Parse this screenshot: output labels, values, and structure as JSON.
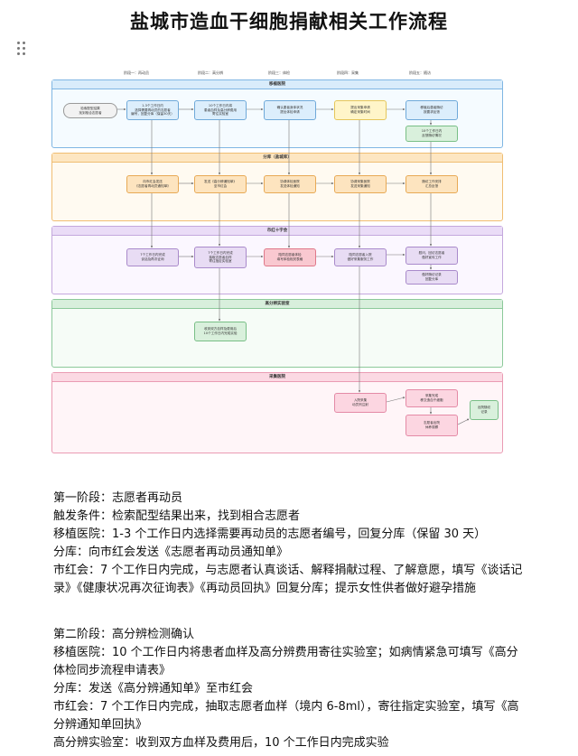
{
  "page": {
    "title": "盐城市造血干细胞捐献相关工作流程"
  },
  "flowchart": {
    "stages": [
      "阶段一：再动员",
      "阶段二：高分辨",
      "阶段三：体检",
      "阶段四：采集",
      "阶段五：随访"
    ],
    "lanes": [
      {
        "title": "移植医院",
        "boxes": [
          "检索配型结果\n找到相合志愿者",
          "1-3个工作日内\n选择需要再动员的志愿者\n编号，回复分库（保留30天）",
          "10个工作日内将\n患者血样及高分辨费用\n寄往实验室",
          "确认患者身体状况\n提出体检申请",
          "提出采集申请\n确定采集时间",
          "移植后患者随访\n按要求反馈",
          "10个工作日内\n反馈随访情况"
        ]
      },
      {
        "title": "分库（盐城库）",
        "boxes": [
          "向市红会发送\n《志愿者再动员通知单》",
          "发送《高分辨通知单》\n至市红会",
          "协调体检医院\n发送体检通知",
          "协调采集医院\n发送采集通知",
          "随访工作安排\n汇总反馈"
        ]
      },
      {
        "title": "市红十字会",
        "boxes": [
          "7个工作日内完成\n谈话及再次征询",
          "7个工作日内完成\n抽取志愿者血样\n寄往指定实验室",
          "陪同志愿者体检\n填写体检相关表格",
          "陪同志愿者入院\n做好采集服务工作",
          "慰问、回访志愿者\n做好宣传工作",
          "做好随访记录\n回复分库"
        ]
      },
      {
        "title": "高分辨实验室",
        "boxes": [
          "收到双方血样及费用后\n10个工作日内完成实验"
        ]
      },
      {
        "title": "采集医院",
        "boxes": [
          "入院采集\n动员剂注射",
          "采集完成\n移交造血干细胞",
          "志愿者出院\n休养观察",
          "出院随访\n记录"
        ]
      }
    ]
  },
  "text": {
    "lines": [
      "第一阶段：志愿者再动员",
      "触发条件：检索配型结果出来，找到相合志愿者",
      "移植医院：1-3 个工作日内选择需要再动员的志愿者编号，回复分库（保留 30 天）",
      "分库：向市红会发送《志愿者再动员通知单》",
      "市红会：7 个工作日内完成，与志愿者认真谈话、解释捐献过程、了解意愿，填写《谈话记",
      "录》《健康状况再次征询表》《再动员回执》回复分库；提示女性供者做好避孕措施",
      "",
      "",
      "第二阶段：高分辨检测确认",
      "移植医院：10 个工作日内将患者血样及高分辨费用寄往实验室；如病情紧急可填写《高分",
      "体检同步流程申请表》",
      "分库：发送《高分辨通知单》至市红会",
      "市红会：7 个工作日内完成，抽取志愿者血样（境内 6-8ml），寄往指定实验室，填写《高",
      "分辨通知单回执》",
      "高分辨实验室：收到双方血样及费用后，10 个工作日内完成实验"
    ]
  },
  "colors": {
    "lane_blue": "#7fb6e3",
    "lane_orange": "#f0bd72",
    "lane_purple": "#c4a8dd",
    "lane_green": "#8cc99a",
    "lane_pink": "#ea9bb3"
  }
}
